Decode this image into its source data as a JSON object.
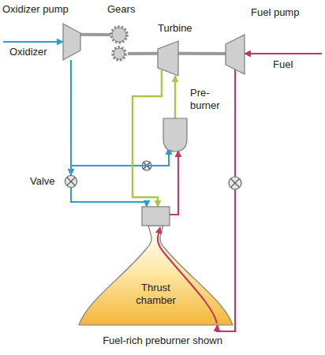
{
  "diagram": {
    "caption": "Fuel-rich preburner shown",
    "nodes": [
      {
        "text": [
          "Oxidizer pump"
        ]
      },
      {
        "text": [
          "Gears"
        ]
      },
      {
        "text": [
          "Turbine"
        ]
      },
      {
        "text": [
          "Fuel pump"
        ]
      },
      {
        "text": [
          "Pre- burner"
        ]
      },
      {
        "text": [
          "Valve"
        ]
      },
      {
        "text": [
          "Thrust chamber"
        ]
      }
    ],
    "edges": [
      {
        "from": 0,
        "to": 1,
        "arrow": "none"
      },
      {
        "from": 1,
        "to": 2,
        "arrow": "none"
      },
      {
        "from": 2,
        "to": 3,
        "arrow": "none"
      },
      {
        "from": 0,
        "to": 5,
        "arrow": "to"
      },
      {
        "from": 5,
        "to": 6,
        "arrow": "to"
      },
      {
        "from": 0,
        "to": 4,
        "arrow": "to"
      },
      {
        "from": 4,
        "to": 2,
        "arrow": "to"
      },
      {
        "from": 2,
        "to": 6,
        "arrow": "to"
      },
      {
        "from": 3,
        "to": 6,
        "arrow": "to"
      },
      {
        "from": 6,
        "to": 4,
        "arrow": "to"
      }
    ],
    "labels": [
      "Oxidizer",
      "Fuel"
    ]
  }
}
